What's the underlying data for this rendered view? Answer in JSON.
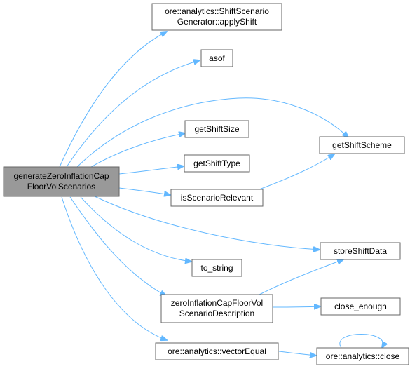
{
  "nodes": {
    "root": [
      "generateZeroInflationCap",
      "FloorVolScenarios"
    ],
    "applyShift": [
      "ore::analytics::ShiftScenario",
      "Generator::applyShift"
    ],
    "asof": [
      "asof"
    ],
    "getShiftScheme": [
      "getShiftScheme"
    ],
    "getShiftSize": [
      "getShiftSize"
    ],
    "getShiftType": [
      "getShiftType"
    ],
    "isScenarioRelevant": [
      "isScenarioRelevant"
    ],
    "storeShiftData": [
      "storeShiftData"
    ],
    "to_string": [
      "to_string"
    ],
    "zeroInflationCapFloorVolScenarioDescription": [
      "zeroInflationCapFloorVol",
      "ScenarioDescription"
    ],
    "close_enough": [
      "close_enough"
    ],
    "vectorEqual": [
      "ore::analytics::vectorEqual"
    ],
    "close": [
      "ore::analytics::close"
    ]
  },
  "colors": {
    "edge": "#63b8ff",
    "root_fill": "#999999",
    "node_border": "#666666"
  }
}
